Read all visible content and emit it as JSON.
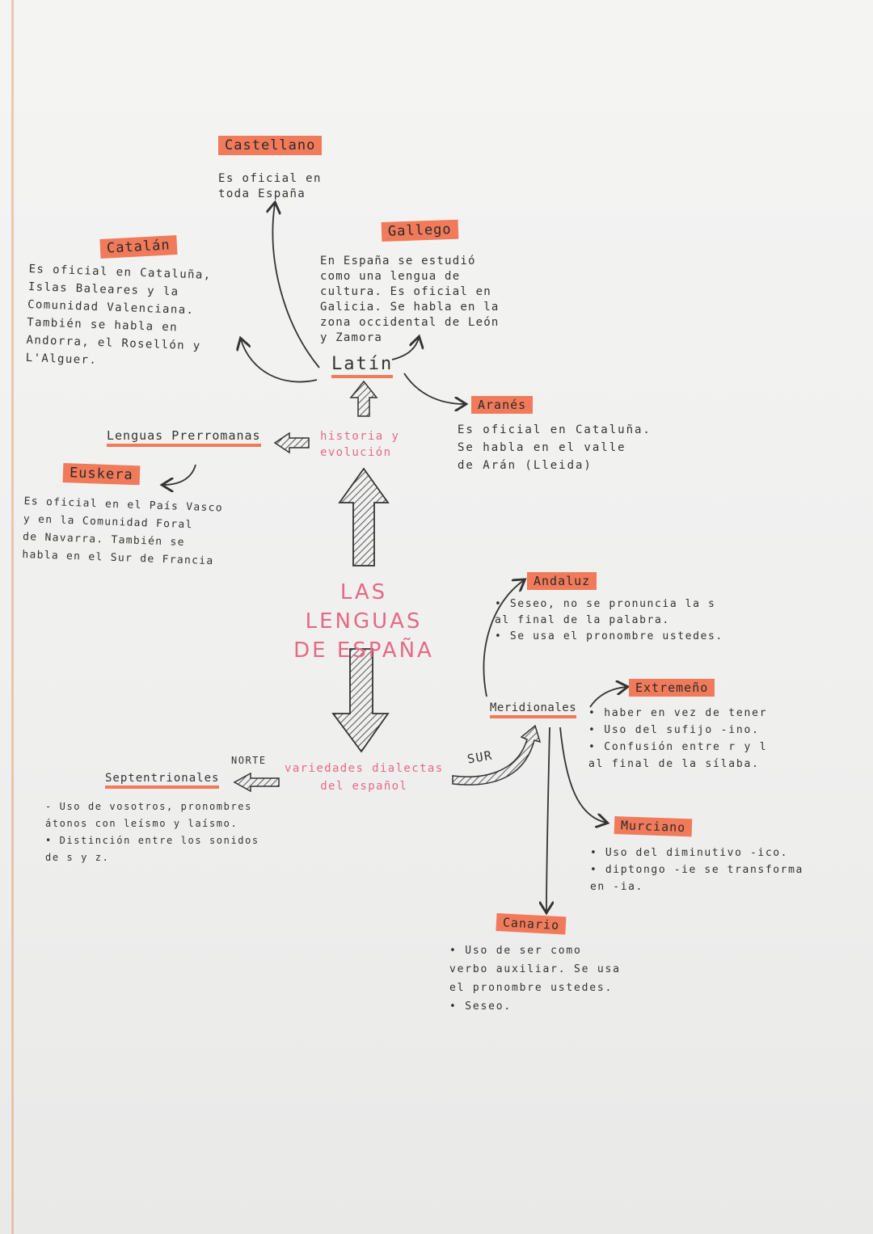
{
  "center_title": "LAS LENGUAS\nDE ESPAÑA",
  "latin": "Latín",
  "historia": "historia y\nevolución",
  "variedades": "variedades dialectas\ndel español",
  "norte": "NORTE",
  "sur": "SUR",
  "pre_roman": "Lenguas Prerromanas",
  "septentrionales": "Septentrionales",
  "meridionales": "Meridionales",
  "castellano": {
    "title": "Castellano",
    "text": "Es oficial en\ntoda España"
  },
  "gallego": {
    "title": "Gallego",
    "text": "En España se estudió\ncomo una lengua de\ncultura. Es oficial en\nGalicia. Se habla en la\nzona occidental de León\ny Zamora"
  },
  "catalan": {
    "title": "Catalán",
    "text": "Es oficial en Cataluña,\nIslas Baleares y la\nComunidad Valenciana.\nTambién se habla en\nAndorra, el Rosellón y\nL'Alguer."
  },
  "aranes": {
    "title": "Aranés",
    "text": "Es oficial en Cataluña.\nSe habla en el valle\nde Arán (Lleida)"
  },
  "euskera": {
    "title": "Euskera",
    "text": "Es oficial en el País Vasco\ny en la Comunidad Foral\nde Navarra. También se\nhabla en el Sur de Francia"
  },
  "sept_notes": "- Uso de vosotros, pronombres\n  átonos con leísmo y laísmo.\n• Distinción entre los sonidos\n  de s y z.",
  "andaluz": {
    "title": "Andaluz",
    "text": "• Seseo, no se pronuncia la s\n  al final de la palabra.\n• Se usa el pronombre ustedes."
  },
  "extremeno": {
    "title": "Extremeño",
    "text": "• haber en vez de tener\n• Uso del sufijo -ino.\n• Confusión entre r y l\n  al final de la sílaba."
  },
  "murciano": {
    "title": "Murciano",
    "text": "• Uso del diminutivo -ico.\n• diptongo -ie se transforma\n  en -ia."
  },
  "canario": {
    "title": "Canario",
    "text": "• Uso de ser como\nverbo auxiliar. Se usa\nel pronombre ustedes.\n• Seseo."
  },
  "colors": {
    "tag": "#f07a5a",
    "title_pink": "#e56a86",
    "ink": "#333333"
  }
}
